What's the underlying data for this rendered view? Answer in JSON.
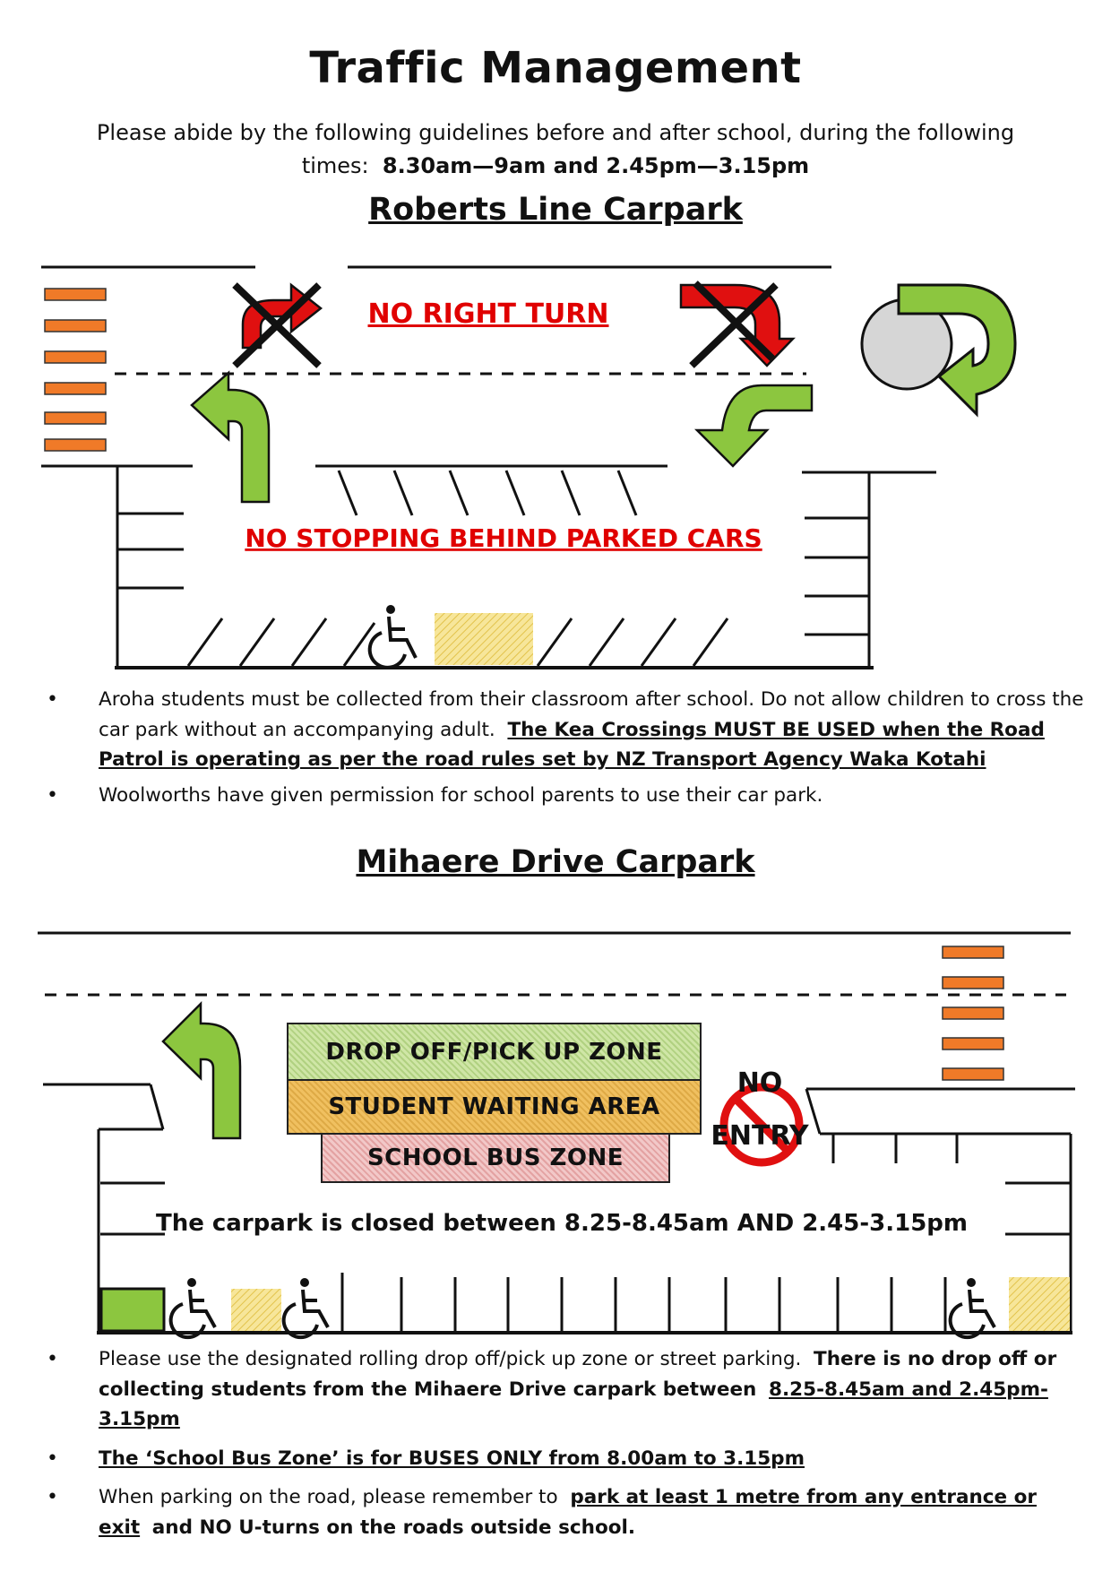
{
  "title": "Traffic Management",
  "intro": {
    "line1": "Please abide by the following guidelines before and after school, during the following",
    "line2_prefix": "times:",
    "line2_times": "8.30am—9am and 2.45pm—3.15pm"
  },
  "roberts": {
    "heading": "Roberts Line Carpark",
    "no_right_turn": "NO RIGHT TURN",
    "no_stopping": "NO STOPPING BEHIND PARKED CARS",
    "bullets": [
      {
        "plain": "Aroha students must be collected from their classroom after school. Do not allow children to cross the car park without an accompanying adult.",
        "underlined": "The Kea Crossings MUST BE USED when the Road Patrol is operating as per the road rules set by NZ Transport Agency Waka Kotahi"
      },
      {
        "plain": "Woolworths have given permission for school parents to use their car park."
      }
    ]
  },
  "mihaere": {
    "heading": "Mihaere Drive Carpark",
    "zones": {
      "drop_off": "DROP OFF/PICK UP ZONE",
      "waiting": "STUDENT WAITING AREA",
      "bus": "SCHOOL BUS ZONE"
    },
    "no_entry_line1": "NO",
    "no_entry_line2": "ENTRY",
    "closed_notice": "The carpark is closed between 8.25-8.45am AND 2.45-3.15pm",
    "bullets": [
      {
        "plain": "Please use the designated rolling drop off/pick up zone or street parking.",
        "bold": "There is no drop off or collecting students from the Mihaere Drive carpark between",
        "underlined": "8.25-8.45am and 2.45pm-3.15pm"
      },
      {
        "underlined": "The ‘School Bus Zone’ is for BUSES ONLY from 8.00am to 3.15pm"
      },
      {
        "plain": "When parking on the road, please remember to",
        "underlined": "park at least 1 metre from any entrance or exit",
        "bold": "and NO U-turns on the roads outside school."
      }
    ]
  },
  "colors": {
    "crossing_orange": "#f07a28",
    "arrow_green": "#8cc63f",
    "arrow_red": "#e01010",
    "warning_red": "#e00000",
    "yellow_hatch": "#f3df7a",
    "drop_off_green": "#cfe6a6",
    "waiting_orange": "#f0c060",
    "bus_pink": "#f2c8c8",
    "roundabout_grey": "#d6d6d6"
  },
  "icons": [
    "wheelchair-icon",
    "no-entry-icon",
    "left-turn-arrow-icon",
    "u-turn-arrow-icon",
    "no-right-turn-icon"
  ]
}
